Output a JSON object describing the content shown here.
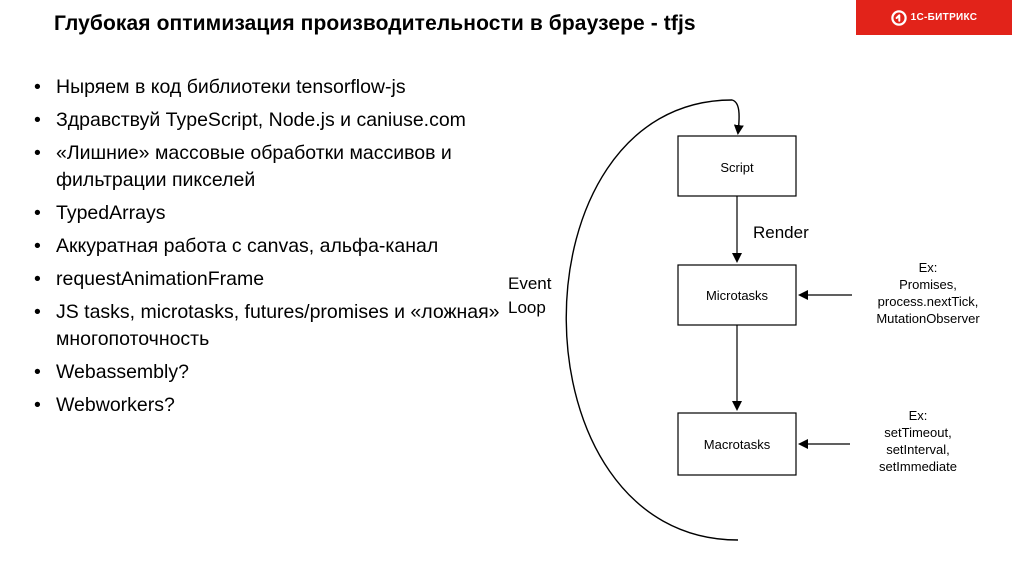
{
  "slide": {
    "title": "Глубокая оптимизация производительности в браузере - tfjs",
    "logo_text": "1С-БИТРИКС",
    "brand_color": "#e2231a"
  },
  "bullets": [
    {
      "text": "Ныряем в код библиотеки tensorflow-js"
    },
    {
      "text": "Здравствуй TypeScript, Node.js и caniuse.com"
    },
    {
      "text": "«Лишние» массовые обработки массивов и фильтрации пикселей"
    },
    {
      "text": "TypedArrays"
    },
    {
      "text": "Аккуратная работа с canvas, альфа-канал"
    },
    {
      "text": "requestAnimationFrame"
    },
    {
      "text": "JS tasks, microtasks, futures/promises и «ложная» многопоточность"
    },
    {
      "text": "Webassembly?"
    },
    {
      "text": "Webworkers?"
    }
  ],
  "diagram": {
    "loop_label_line1": "Event",
    "loop_label_line2": "Loop",
    "render_label": "Render",
    "box_script": "Script",
    "box_microtasks": "Microtasks",
    "box_macrotasks": "Macrotasks",
    "micro_examples": [
      "Ex:",
      "Promises,",
      "process.nextTick,",
      "MutationObserver"
    ],
    "macro_examples": [
      "Ex:",
      "setTimeout,",
      "setInterval,",
      "setImmediate"
    ]
  }
}
